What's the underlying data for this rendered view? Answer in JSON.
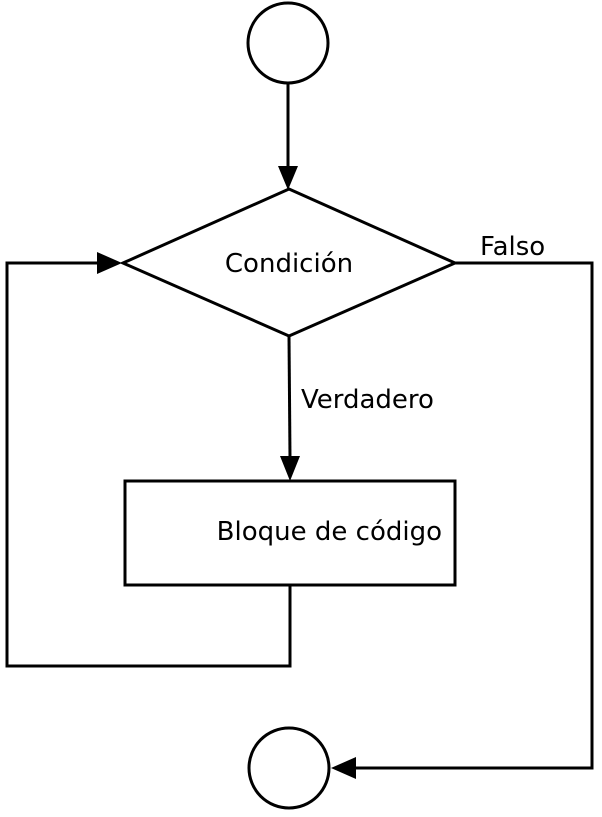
{
  "diagram": {
    "nodes": {
      "start": {
        "shape": "circle",
        "label": ""
      },
      "condition": {
        "shape": "diamond",
        "label": "Condición"
      },
      "code_block": {
        "shape": "rectangle",
        "label": "Bloque de código"
      },
      "end": {
        "shape": "circle",
        "label": ""
      }
    },
    "edges": {
      "start_to_condition": {
        "from": "start",
        "to": "condition",
        "label": ""
      },
      "condition_true": {
        "from": "condition",
        "to": "code_block",
        "label": "Verdadero"
      },
      "loop_back": {
        "from": "code_block",
        "to": "condition",
        "label": ""
      },
      "condition_false": {
        "from": "condition",
        "to": "end",
        "label": "Falso"
      }
    },
    "colors": {
      "stroke": "#000000",
      "fill": "#ffffff"
    }
  }
}
